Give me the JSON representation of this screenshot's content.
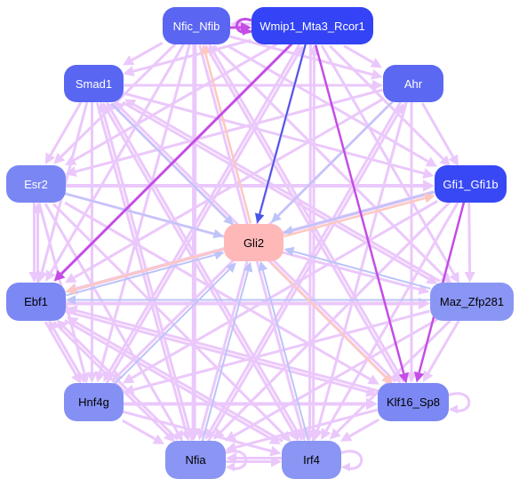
{
  "nodes": [
    {
      "id": "nfic",
      "label": "Nfic_Nfib",
      "fill": "#5a65f2",
      "text": "#ffffff"
    },
    {
      "id": "wmip1",
      "label": "Wmip1_Mta3_Rcor1",
      "fill": "#3343f5",
      "text": "#ffffff"
    },
    {
      "id": "smad1",
      "label": "Smad1",
      "fill": "#5866f2",
      "text": "#ffffff"
    },
    {
      "id": "ahr",
      "label": "Ahr",
      "fill": "#5a68f2",
      "text": "#ffffff"
    },
    {
      "id": "esr2",
      "label": "Esr2",
      "fill": "#7a86f3",
      "text": "#ffffff"
    },
    {
      "id": "gfi1",
      "label": "Gfi1_Gfi1b",
      "fill": "#3848f5",
      "text": "#ffffff"
    },
    {
      "id": "gli2",
      "label": "Gli2",
      "fill": "#ffb8b8",
      "text": "#000000"
    },
    {
      "id": "ebf1",
      "label": "Ebf1",
      "fill": "#7c88f3",
      "text": "#000000"
    },
    {
      "id": "maz",
      "label": "Maz_Zfp281",
      "fill": "#8a96f4",
      "text": "#000000"
    },
    {
      "id": "hnf4g",
      "label": "Hnf4g",
      "fill": "#8590f4",
      "text": "#000000"
    },
    {
      "id": "klf16",
      "label": "Klf16_Sp8",
      "fill": "#7c88f3",
      "text": "#000000"
    },
    {
      "id": "nfia",
      "label": "Nfia",
      "fill": "#8a95f4",
      "text": "#000000"
    },
    {
      "id": "irf4",
      "label": "Irf4",
      "fill": "#8a95f4",
      "text": "#000000"
    }
  ],
  "edge_colors": {
    "light_pink": "#ebc8fb",
    "magenta": "#c44de6",
    "blue": "#bcc4f8",
    "dark_blue": "#4a55e8",
    "peach": "#fcc8c0"
  },
  "edges": [
    {
      "from": "nfic",
      "to": "wmip1",
      "color": "magenta",
      "w": 3
    },
    {
      "from": "wmip1",
      "to": "nfic",
      "color": "light_pink",
      "w": 3
    },
    {
      "from": "wmip1",
      "to": "ebf1",
      "color": "magenta",
      "w": 3
    },
    {
      "from": "wmip1",
      "to": "gli2",
      "color": "dark_blue",
      "w": 2
    },
    {
      "from": "wmip1",
      "to": "klf16",
      "color": "magenta",
      "w": 2.5
    },
    {
      "from": "gfi1",
      "to": "klf16",
      "color": "magenta",
      "w": 2.5
    },
    {
      "from": "gli2",
      "to": "ebf1",
      "color": "peach",
      "w": 2.5
    },
    {
      "from": "gli2",
      "to": "nfic",
      "color": "peach",
      "w": 2.5
    },
    {
      "from": "gli2",
      "to": "gfi1",
      "color": "peach",
      "w": 2.5
    },
    {
      "from": "gli2",
      "to": "klf16",
      "color": "peach",
      "w": 2.5
    },
    {
      "from": "smad1",
      "to": "gli2",
      "color": "blue",
      "w": 2
    },
    {
      "from": "esr2",
      "to": "gli2",
      "color": "blue",
      "w": 2
    },
    {
      "from": "ahr",
      "to": "gli2",
      "color": "blue",
      "w": 2
    },
    {
      "from": "gfi1",
      "to": "gli2",
      "color": "blue",
      "w": 2
    },
    {
      "from": "maz",
      "to": "gli2",
      "color": "blue",
      "w": 2
    },
    {
      "from": "nfia",
      "to": "gli2",
      "color": "blue",
      "w": 2
    },
    {
      "from": "irf4",
      "to": "gli2",
      "color": "blue",
      "w": 2
    },
    {
      "from": "hnf4g",
      "to": "gli2",
      "color": "blue",
      "w": 2
    },
    {
      "from": "ebf1",
      "to": "gli2",
      "color": "blue",
      "w": 2
    },
    {
      "from": "maz",
      "to": "ebf1",
      "color": "blue",
      "w": 2
    },
    {
      "from": "nfic",
      "to": "smad1",
      "color": "light_pink",
      "w": 3
    },
    {
      "from": "nfic",
      "to": "ahr",
      "color": "light_pink",
      "w": 3
    },
    {
      "from": "nfic",
      "to": "esr2",
      "color": "light_pink",
      "w": 3
    },
    {
      "from": "nfic",
      "to": "gfi1",
      "color": "light_pink",
      "w": 3
    },
    {
      "from": "nfic",
      "to": "ebf1",
      "color": "light_pink",
      "w": 3
    },
    {
      "from": "nfic",
      "to": "maz",
      "color": "light_pink",
      "w": 3
    },
    {
      "from": "nfic",
      "to": "hnf4g",
      "color": "light_pink",
      "w": 3
    },
    {
      "from": "nfic",
      "to": "klf16",
      "color": "light_pink",
      "w": 3
    },
    {
      "from": "nfic",
      "to": "nfia",
      "color": "light_pink",
      "w": 5
    },
    {
      "from": "nfic",
      "to": "irf4",
      "color": "light_pink",
      "w": 3
    },
    {
      "from": "wmip1",
      "to": "smad1",
      "color": "light_pink",
      "w": 3
    },
    {
      "from": "wmip1",
      "to": "ahr",
      "color": "light_pink",
      "w": 3
    },
    {
      "from": "wmip1",
      "to": "esr2",
      "color": "light_pink",
      "w": 3
    },
    {
      "from": "wmip1",
      "to": "gfi1",
      "color": "light_pink",
      "w": 3
    },
    {
      "from": "wmip1",
      "to": "maz",
      "color": "light_pink",
      "w": 3
    },
    {
      "from": "wmip1",
      "to": "hnf4g",
      "color": "light_pink",
      "w": 3
    },
    {
      "from": "wmip1",
      "to": "nfia",
      "color": "light_pink",
      "w": 3
    },
    {
      "from": "wmip1",
      "to": "irf4",
      "color": "light_pink",
      "w": 3
    },
    {
      "from": "smad1",
      "to": "ahr",
      "color": "light_pink",
      "w": 3
    },
    {
      "from": "smad1",
      "to": "esr2",
      "color": "light_pink",
      "w": 3
    },
    {
      "from": "smad1",
      "to": "gfi1",
      "color": "light_pink",
      "w": 3
    },
    {
      "from": "smad1",
      "to": "ebf1",
      "color": "light_pink",
      "w": 3
    },
    {
      "from": "smad1",
      "to": "maz",
      "color": "light_pink",
      "w": 3
    },
    {
      "from": "smad1",
      "to": "hnf4g",
      "color": "light_pink",
      "w": 3
    },
    {
      "from": "smad1",
      "to": "klf16",
      "color": "light_pink",
      "w": 3
    },
    {
      "from": "smad1",
      "to": "nfia",
      "color": "light_pink",
      "w": 3
    },
    {
      "from": "smad1",
      "to": "irf4",
      "color": "light_pink",
      "w": 3
    },
    {
      "from": "ahr",
      "to": "esr2",
      "color": "light_pink",
      "w": 3
    },
    {
      "from": "ahr",
      "to": "ebf1",
      "color": "light_pink",
      "w": 3
    },
    {
      "from": "ahr",
      "to": "hnf4g",
      "color": "light_pink",
      "w": 3
    },
    {
      "from": "ahr",
      "to": "klf16",
      "color": "light_pink",
      "w": 3
    },
    {
      "from": "ahr",
      "to": "nfia",
      "color": "light_pink",
      "w": 3
    },
    {
      "from": "ahr",
      "to": "irf4",
      "color": "light_pink",
      "w": 3
    },
    {
      "from": "ahr",
      "to": "gfi1",
      "color": "light_pink",
      "w": 3
    },
    {
      "from": "esr2",
      "to": "gfi1",
      "color": "light_pink",
      "w": 4
    },
    {
      "from": "esr2",
      "to": "ebf1",
      "color": "light_pink",
      "w": 3
    },
    {
      "from": "esr2",
      "to": "maz",
      "color": "light_pink",
      "w": 3
    },
    {
      "from": "esr2",
      "to": "hnf4g",
      "color": "light_pink",
      "w": 3
    },
    {
      "from": "esr2",
      "to": "klf16",
      "color": "light_pink",
      "w": 3
    },
    {
      "from": "esr2",
      "to": "nfia",
      "color": "light_pink",
      "w": 3
    },
    {
      "from": "esr2",
      "to": "irf4",
      "color": "light_pink",
      "w": 3
    },
    {
      "from": "gfi1",
      "to": "ebf1",
      "color": "light_pink",
      "w": 4
    },
    {
      "from": "gfi1",
      "to": "hnf4g",
      "color": "light_pink",
      "w": 3
    },
    {
      "from": "gfi1",
      "to": "nfia",
      "color": "light_pink",
      "w": 3
    },
    {
      "from": "gfi1",
      "to": "irf4",
      "color": "light_pink",
      "w": 3
    },
    {
      "from": "gfi1",
      "to": "maz",
      "color": "light_pink",
      "w": 3
    },
    {
      "from": "ebf1",
      "to": "maz",
      "color": "light_pink",
      "w": 4
    },
    {
      "from": "ebf1",
      "to": "hnf4g",
      "color": "light_pink",
      "w": 3
    },
    {
      "from": "ebf1",
      "to": "klf16",
      "color": "light_pink",
      "w": 3
    },
    {
      "from": "ebf1",
      "to": "nfia",
      "color": "light_pink",
      "w": 3
    },
    {
      "from": "ebf1",
      "to": "irf4",
      "color": "light_pink",
      "w": 3
    },
    {
      "from": "ebf1",
      "to": "esr2",
      "color": "light_pink",
      "w": 3
    },
    {
      "from": "maz",
      "to": "hnf4g",
      "color": "light_pink",
      "w": 3
    },
    {
      "from": "maz",
      "to": "klf16",
      "color": "light_pink",
      "w": 3
    },
    {
      "from": "maz",
      "to": "nfia",
      "color": "light_pink",
      "w": 3
    },
    {
      "from": "maz",
      "to": "irf4",
      "color": "light_pink",
      "w": 3
    },
    {
      "from": "hnf4g",
      "to": "klf16",
      "color": "light_pink",
      "w": 4
    },
    {
      "from": "hnf4g",
      "to": "nfia",
      "color": "light_pink",
      "w": 3
    },
    {
      "from": "hnf4g",
      "to": "irf4",
      "color": "light_pink",
      "w": 3
    },
    {
      "from": "hnf4g",
      "to": "ebf1",
      "color": "light_pink",
      "w": 3
    },
    {
      "from": "klf16",
      "to": "nfia",
      "color": "light_pink",
      "w": 3
    },
    {
      "from": "klf16",
      "to": "irf4",
      "color": "light_pink",
      "w": 3
    },
    {
      "from": "klf16",
      "to": "ebf1",
      "color": "light_pink",
      "w": 3
    },
    {
      "from": "nfia",
      "to": "irf4",
      "color": "light_pink",
      "w": 3
    },
    {
      "from": "irf4",
      "to": "nfia",
      "color": "light_pink",
      "w": 3
    },
    {
      "from": "nfia",
      "to": "ebf1",
      "color": "light_pink",
      "w": 3
    },
    {
      "from": "irf4",
      "to": "ebf1",
      "color": "light_pink",
      "w": 3
    },
    {
      "from": "nfia",
      "to": "smad1",
      "color": "light_pink",
      "w": 3
    },
    {
      "from": "irf4",
      "to": "smad1",
      "color": "light_pink",
      "w": 3
    },
    {
      "from": "klf16",
      "to": "smad1",
      "color": "light_pink",
      "w": 3
    },
    {
      "from": "nfia",
      "to": "ahr",
      "color": "light_pink",
      "w": 3
    },
    {
      "from": "irf4",
      "to": "wmip1",
      "color": "light_pink",
      "w": 3
    },
    {
      "from": "klf16",
      "to": "nfic",
      "color": "light_pink",
      "w": 3
    },
    {
      "from": "maz",
      "to": "smad1",
      "color": "light_pink",
      "w": 3
    },
    {
      "from": "hnf4g",
      "to": "wmip1",
      "color": "light_pink",
      "w": 3
    }
  ],
  "self_loops": [
    {
      "node": "nfia",
      "color": "light_pink"
    },
    {
      "node": "irf4",
      "color": "light_pink"
    },
    {
      "node": "klf16",
      "color": "light_pink"
    },
    {
      "node": "wmip1",
      "color": "magenta"
    }
  ]
}
